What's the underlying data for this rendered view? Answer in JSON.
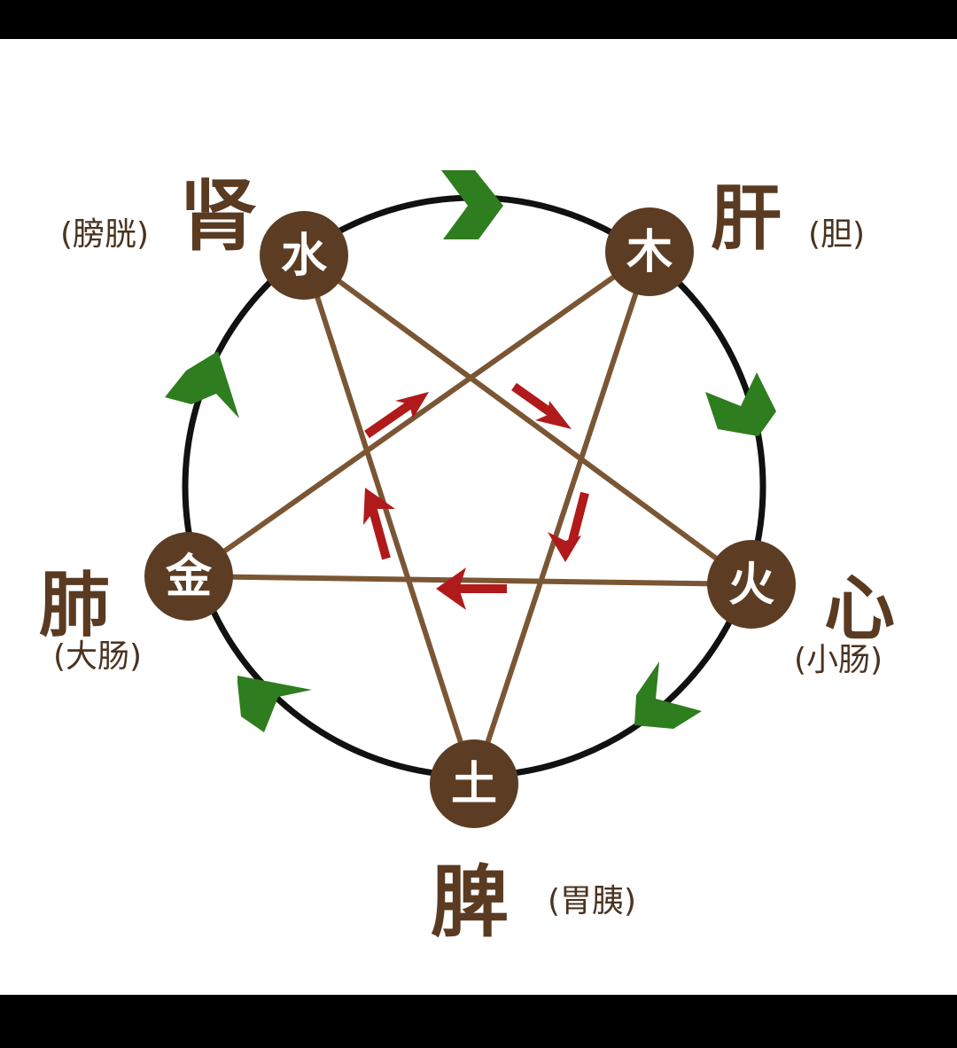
{
  "diagram": {
    "colors": {
      "node": "#5c3d24",
      "star_line": "#7a5634",
      "circle": "#111111",
      "generating_arrow": "#2e7d1e",
      "controlling_arrow": "#b01a1a"
    },
    "nodes": [
      {
        "id": "water",
        "element": "水",
        "organ": "肾",
        "paired": "(膀胱)"
      },
      {
        "id": "wood",
        "element": "木",
        "organ": "肝",
        "paired": "(胆)"
      },
      {
        "id": "fire",
        "element": "火",
        "organ": "心",
        "paired": "(小肠)"
      },
      {
        "id": "earth",
        "element": "土",
        "organ": "脾",
        "paired": "(胃胰)"
      },
      {
        "id": "metal",
        "element": "金",
        "organ": "肺",
        "paired": "(大肠)"
      }
    ],
    "generating_cycle": [
      "water",
      "wood",
      "fire",
      "earth",
      "metal"
    ],
    "controlling_cycle": [
      "water",
      "fire",
      "metal",
      "wood",
      "earth"
    ]
  }
}
